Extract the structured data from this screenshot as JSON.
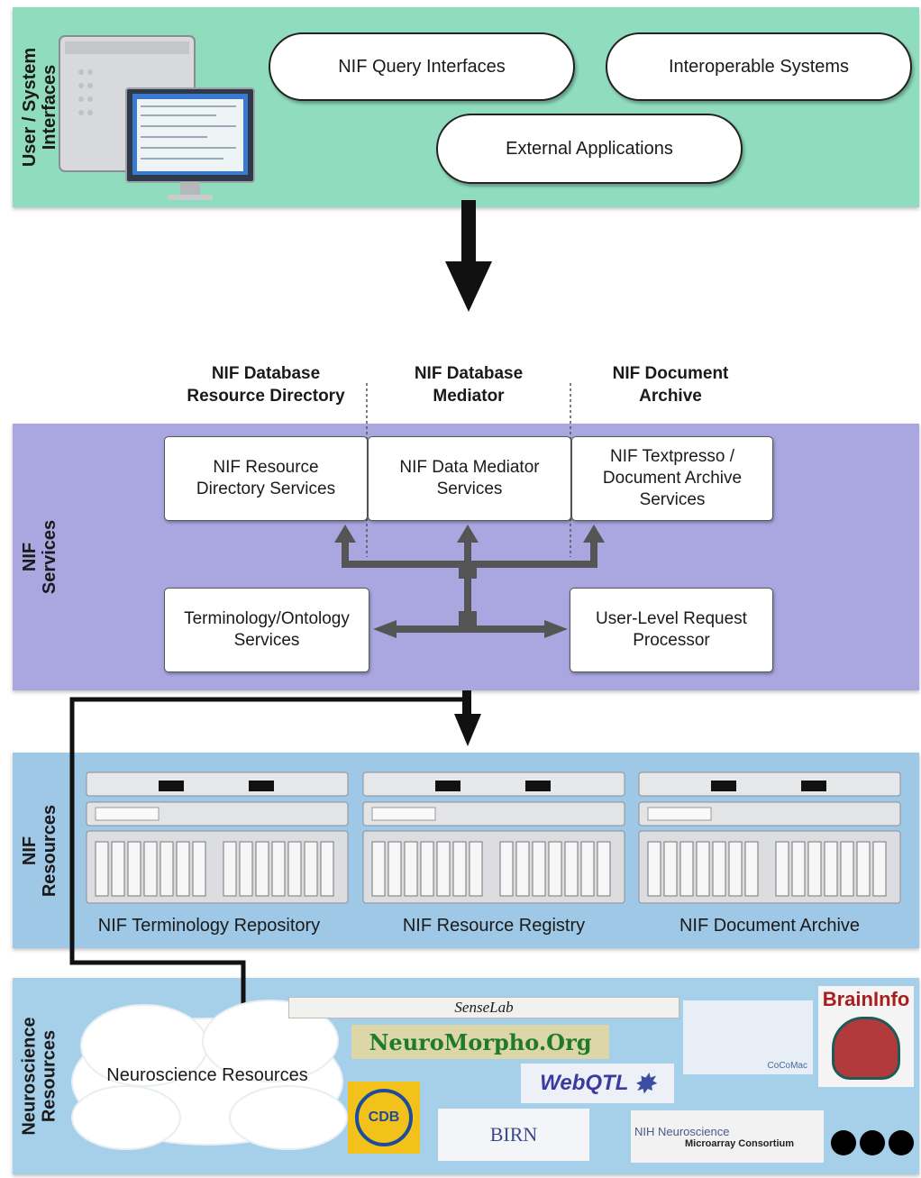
{
  "layers": {
    "user": "User / System\nInterfaces",
    "services": "NIF\nServices",
    "resources": "NIF\nResources",
    "neuro": "Neuroscience\nResources"
  },
  "user_interfaces": {
    "query": "NIF Query Interfaces",
    "interop": "Interoperable Systems",
    "external": "External Applications"
  },
  "columns": {
    "directory": "NIF Database\nResource Directory",
    "mediator": "NIF Database\nMediator",
    "archive": "NIF Document\nArchive"
  },
  "services": {
    "resource_dir": "NIF Resource\nDirectory Services",
    "data_mediator": "NIF Data Mediator\nServices",
    "textpresso": "NIF Textpresso /\nDocument Archive\nServices",
    "terminology": "Terminology/Ontology\nServices",
    "request": "User-Level Request\nProcessor"
  },
  "repositories": {
    "terminology": "NIF Terminology Repository",
    "registry": "NIF Resource Registry",
    "archive": "NIF Document Archive"
  },
  "neuro": {
    "cloud": "Neuroscience Resources",
    "logos": {
      "senselab": "SenseLab",
      "neuromorpho": "NeuroMorpho.Org",
      "webqtl": "WebQTL",
      "birn": "BIRN",
      "cocomac": "CoCoMac",
      "braininfo": "BrainInfo",
      "nih_line1": "NIH Neuroscience",
      "nih_line2": "Microarray Consortium"
    }
  },
  "colors": {
    "user_band": "#8fdcbf",
    "services_band": "#a9a6e0",
    "resources_band": "#9ec8e6",
    "neuro_band": "#a6cfea"
  }
}
